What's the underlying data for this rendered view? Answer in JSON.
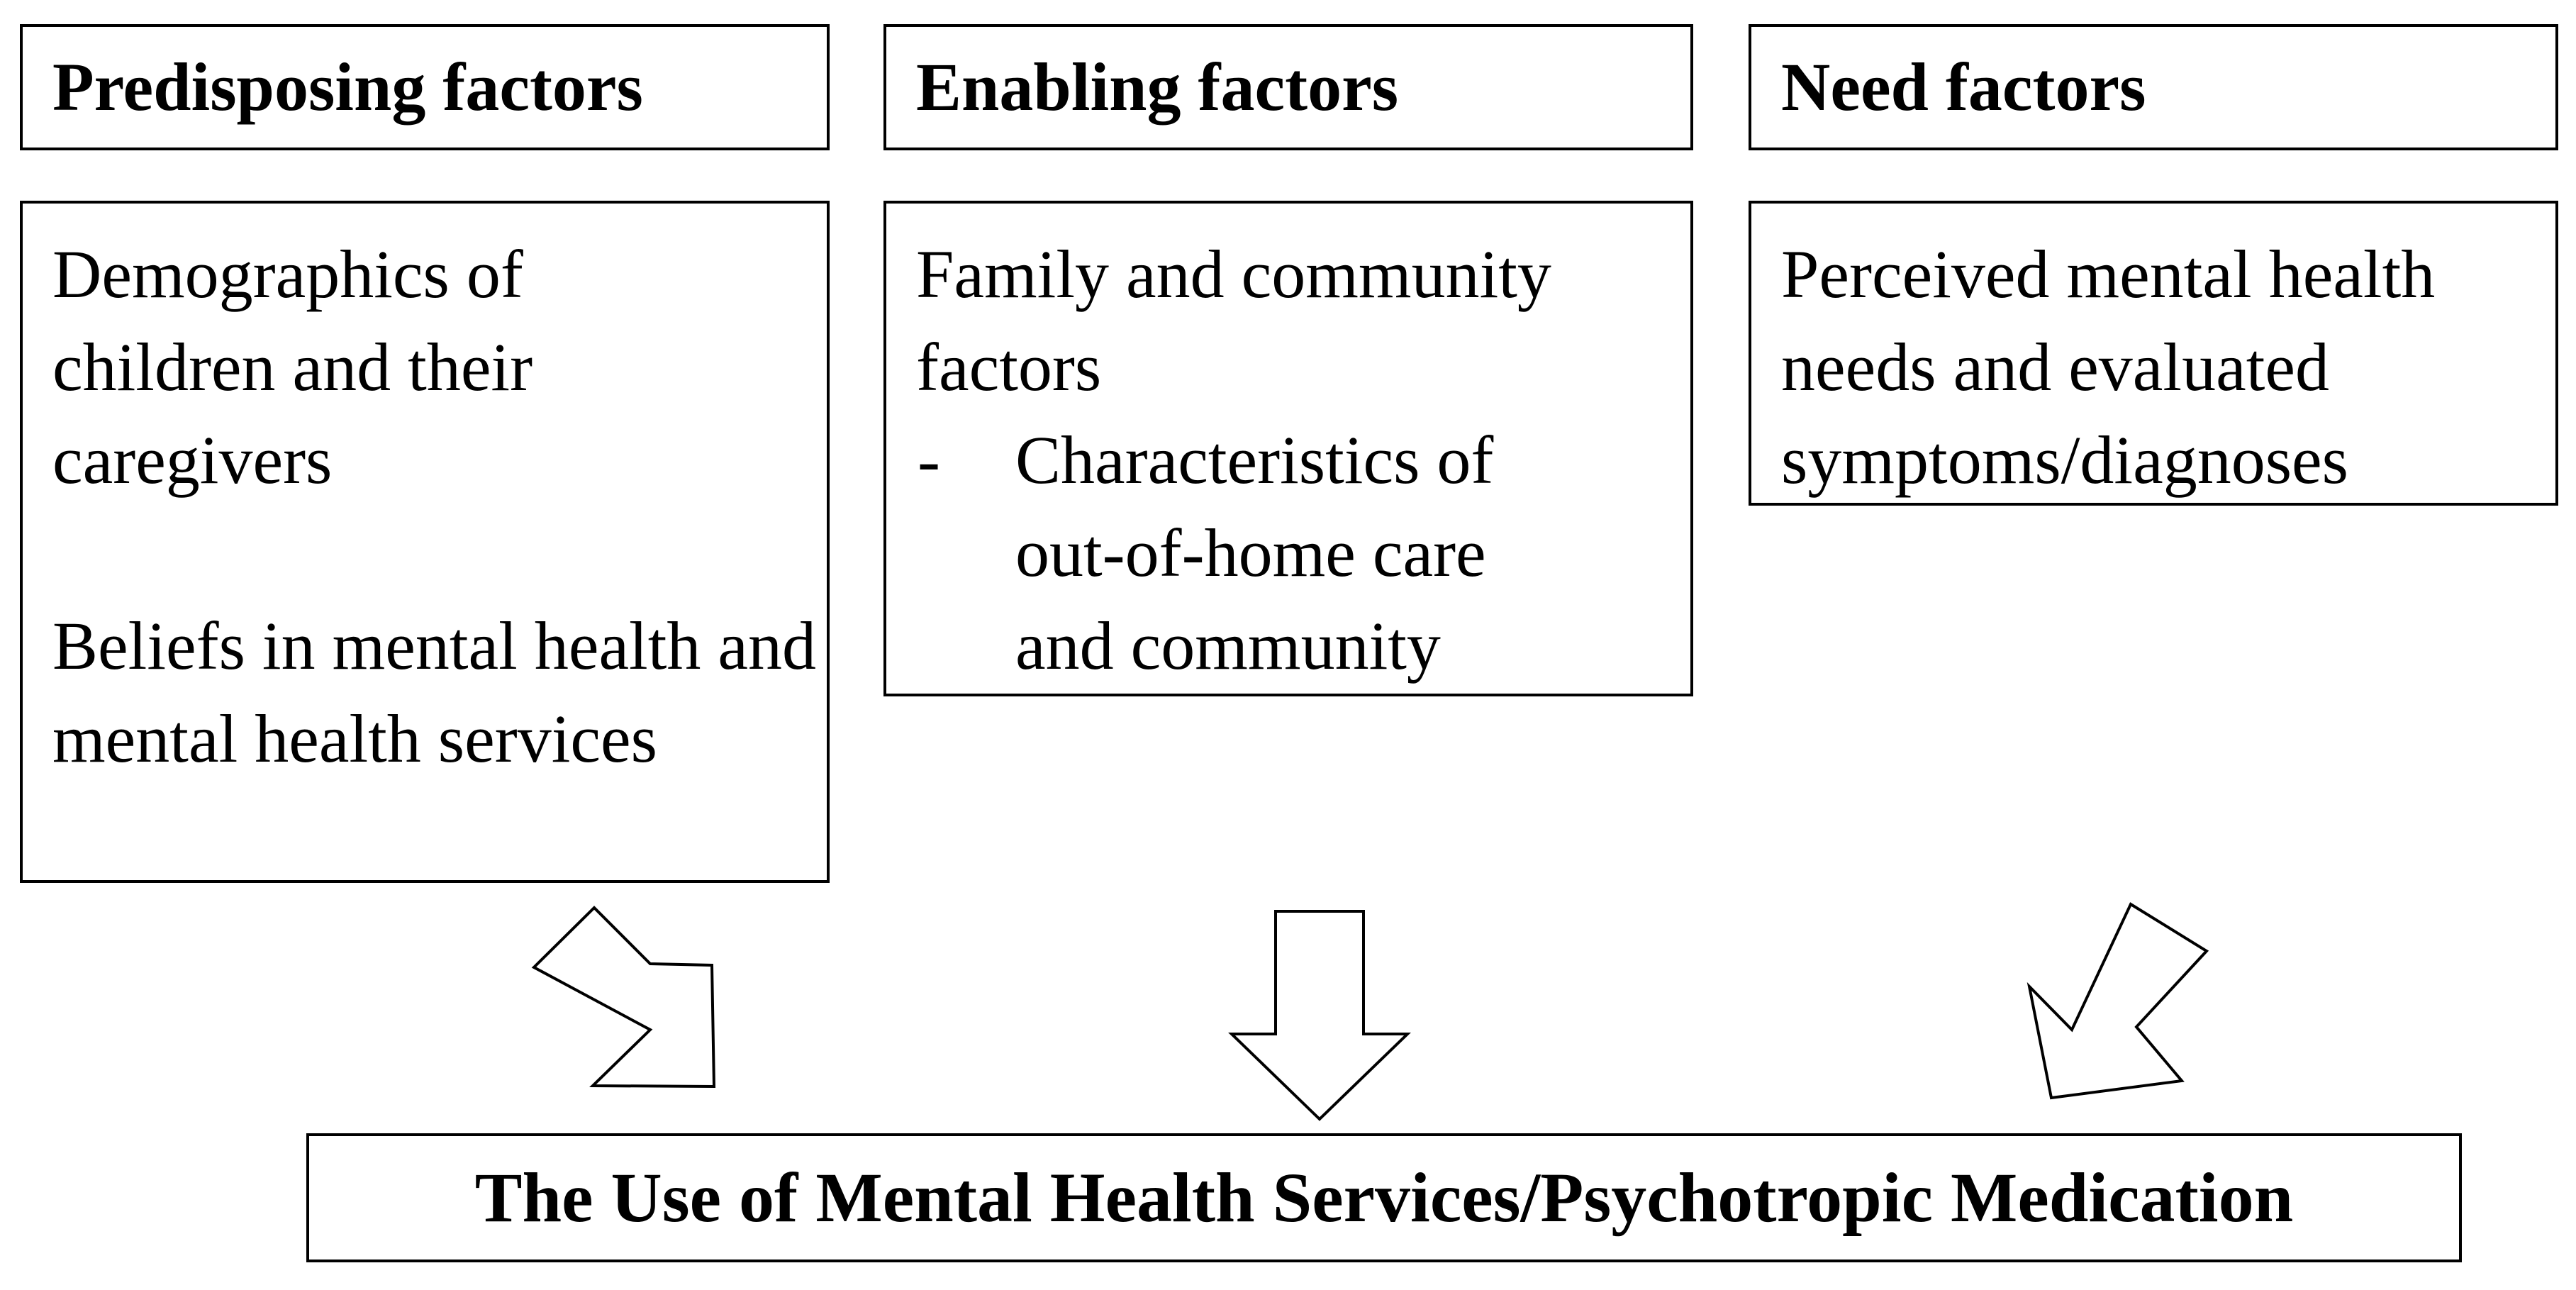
{
  "columns": [
    {
      "header": "Predisposing factors",
      "paragraphs": [
        "Demographics of children and their caregivers",
        "Beliefs in mental health and mental health services"
      ]
    },
    {
      "header": "Enabling factors",
      "intro": "Family and community factors",
      "bullet_marker": "-",
      "bullet": "Characteristics of out-of-home care and community"
    },
    {
      "header": "Need factors",
      "paragraphs": [
        "Perceived mental health needs and evaluated symptoms/diagnoses"
      ]
    }
  ],
  "outcome": "The Use of Mental Health Services/Psychotropic Medication"
}
